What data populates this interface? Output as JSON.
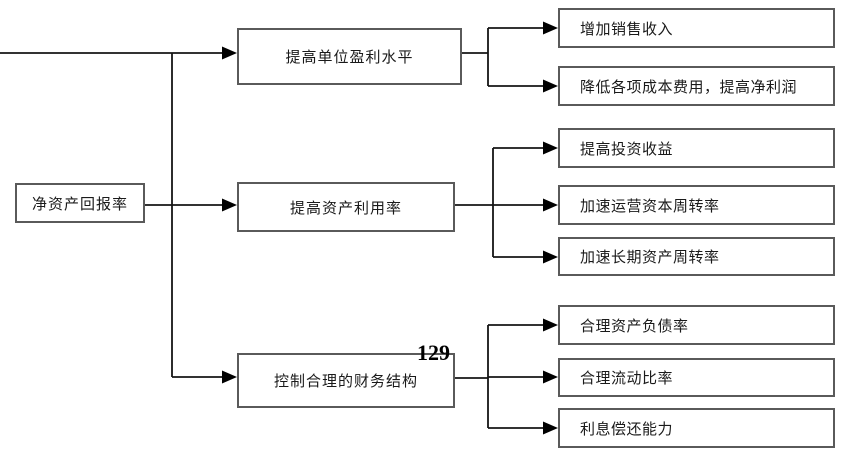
{
  "page_number": "129",
  "colors": {
    "box_border": "#5a5a5a",
    "connector_line": "#141414",
    "text": "#1a1a1a"
  },
  "diagram": {
    "title": "net-asset-return-decomposition-flowchart",
    "root": {
      "label": "净资产回报率"
    },
    "branches": [
      {
        "label": "提高单位盈利水平",
        "children": [
          {
            "label": "增加销售收入"
          },
          {
            "label": "降低各项成本费用，提高净利润"
          }
        ]
      },
      {
        "label": "提高资产利用率",
        "children": [
          {
            "label": "提高投资收益"
          },
          {
            "label": "加速运营资本周转率"
          },
          {
            "label": "加速长期资产周转率"
          }
        ]
      },
      {
        "label": "控制合理的财务结构",
        "children": [
          {
            "label": "合理资产负债率"
          },
          {
            "label": "合理流动比率"
          },
          {
            "label": "利息偿还能力"
          }
        ]
      }
    ]
  }
}
